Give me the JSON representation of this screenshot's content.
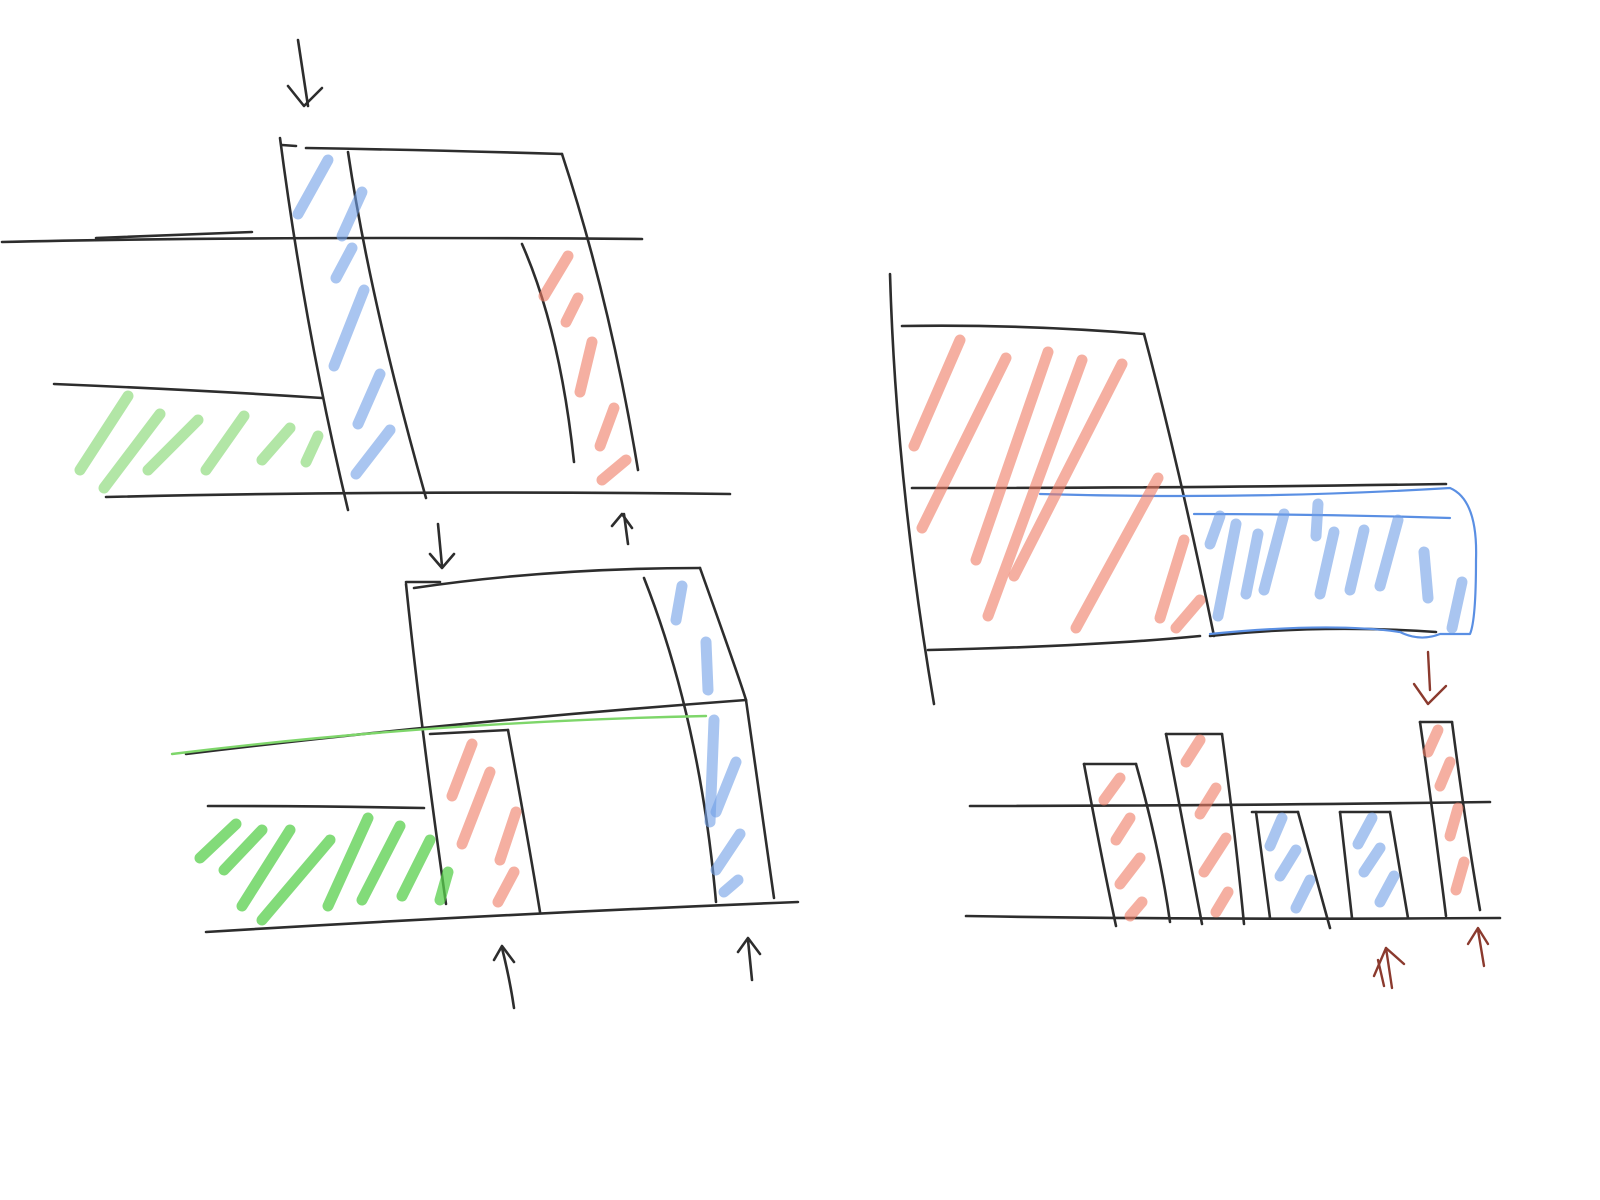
{
  "colors": {
    "ink": "#2d2d2d",
    "blue": "#6f9fe6",
    "red": "#ee7a62",
    "green": "#7ed66a",
    "background": "#ffffff"
  },
  "sketch": {
    "panels": [
      "top-left-block-shift",
      "bottom-left-block-shift",
      "right-large-block",
      "right-small-blocks"
    ],
    "arrow_icons": [
      "down-arrow-icon",
      "up-arrow-icon"
    ]
  }
}
